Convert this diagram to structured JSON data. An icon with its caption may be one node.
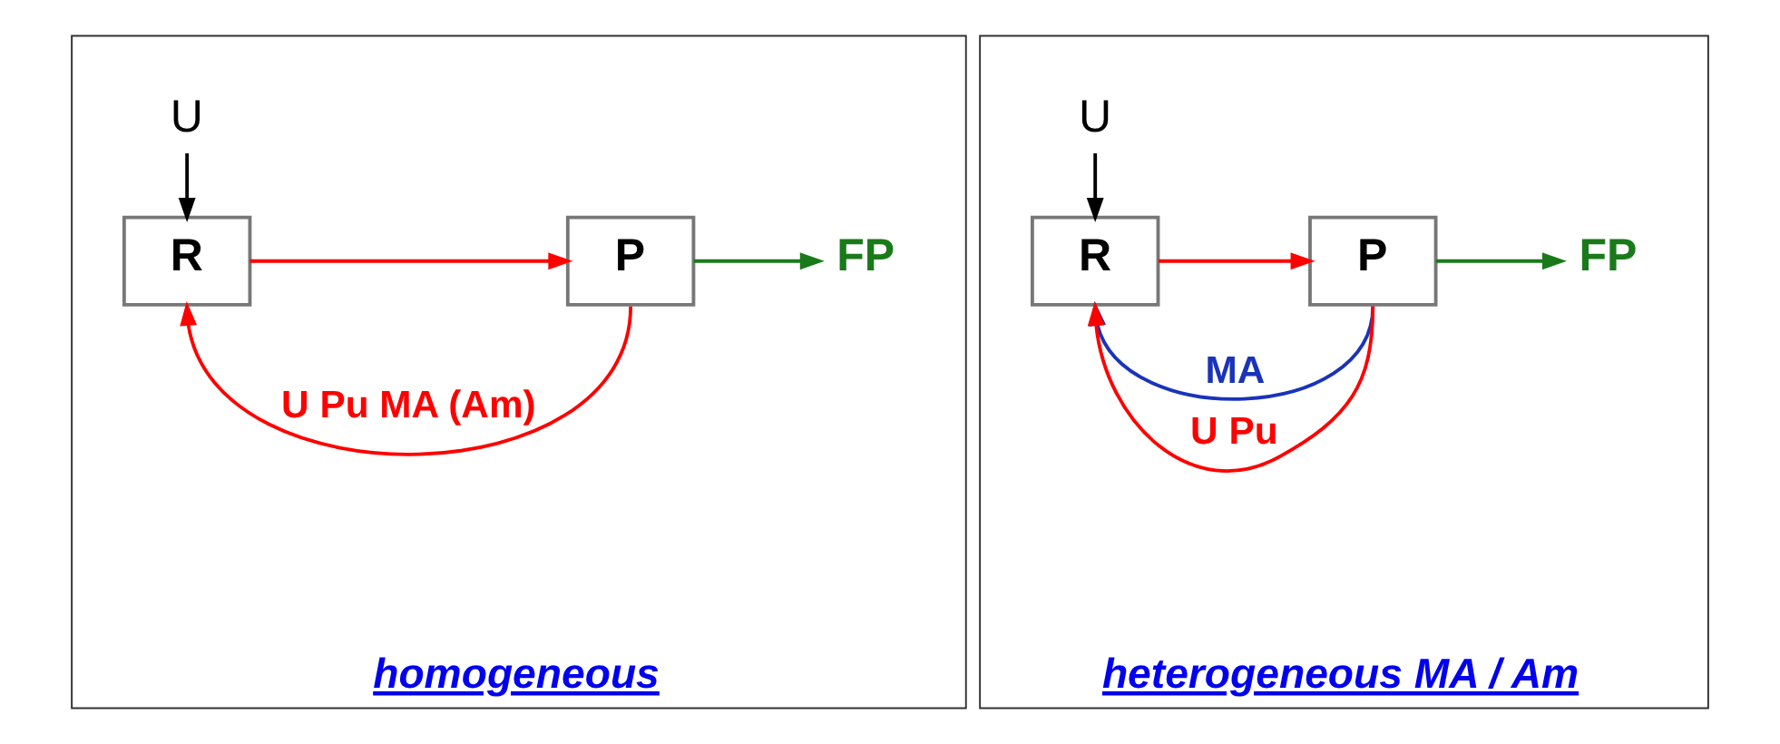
{
  "diagram": {
    "nodes": [
      {
        "text": [
          "homogeneous"
        ]
      },
      {
        "text": [
          "U"
        ],
        "in": 0
      },
      {
        "text": [
          "R"
        ],
        "in": 0
      },
      {
        "text": [
          "P"
        ],
        "in": 0
      },
      {
        "text": [
          "FP"
        ],
        "in": 0
      },
      {
        "text": [
          "heterogeneous MA / Am"
        ]
      },
      {
        "text": [
          "U"
        ],
        "in": 5
      },
      {
        "text": [
          "R"
        ],
        "in": 5
      },
      {
        "text": [
          "P"
        ],
        "in": 5
      },
      {
        "text": [
          "FP"
        ],
        "in": 5
      }
    ],
    "edges": [
      {
        "from": 1,
        "to": 2,
        "arrow": "to",
        "color": "#000000"
      },
      {
        "from": 2,
        "to": 3,
        "arrow": "to",
        "color": "#ff0000"
      },
      {
        "from": 3,
        "to": 4,
        "arrow": "to",
        "color": "#1a7a1a"
      },
      {
        "from": 3,
        "to": 2,
        "arrow": "to",
        "label": "U Pu MA (Am)",
        "color": "#ff0000"
      },
      {
        "from": 6,
        "to": 7,
        "arrow": "to",
        "color": "#000000"
      },
      {
        "from": 7,
        "to": 8,
        "arrow": "to",
        "color": "#ff0000"
      },
      {
        "from": 8,
        "to": 9,
        "arrow": "to",
        "color": "#1a7a1a"
      },
      {
        "from": 8,
        "to": 7,
        "arrow": "to",
        "label": "MA",
        "color": "#1a33bb"
      },
      {
        "from": 8,
        "to": 7,
        "arrow": "to",
        "label": "U Pu",
        "color": "#ff0000"
      }
    ]
  }
}
